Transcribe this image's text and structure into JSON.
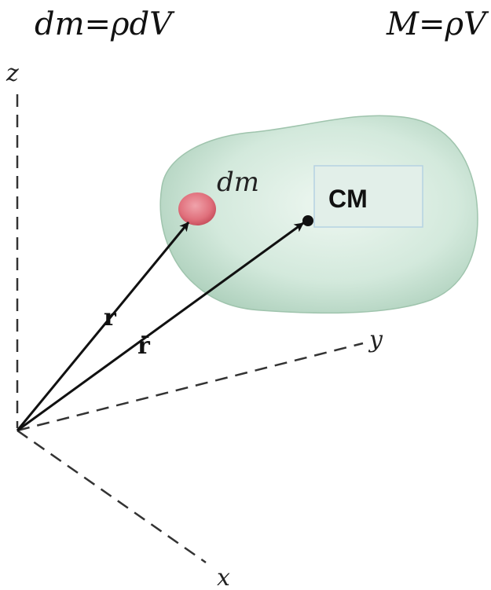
{
  "formulas": {
    "mass_element": "dm=ρdV",
    "total_mass": "M=ρV"
  },
  "axes": {
    "z": "z",
    "y": "y",
    "x": "x"
  },
  "labels": {
    "mass_element": "dm",
    "center_of_mass": "CM",
    "position_vector": "r",
    "cm_position_vector": "r̄"
  },
  "colors": {
    "body_fill": "#cfe6d8",
    "body_edge": "#9fc4ad",
    "mass_element": "#e0707c",
    "cm_box": "#e2efe9",
    "cm_box_border": "#b5d2e2",
    "axis": "#333333",
    "vector": "#111111"
  }
}
